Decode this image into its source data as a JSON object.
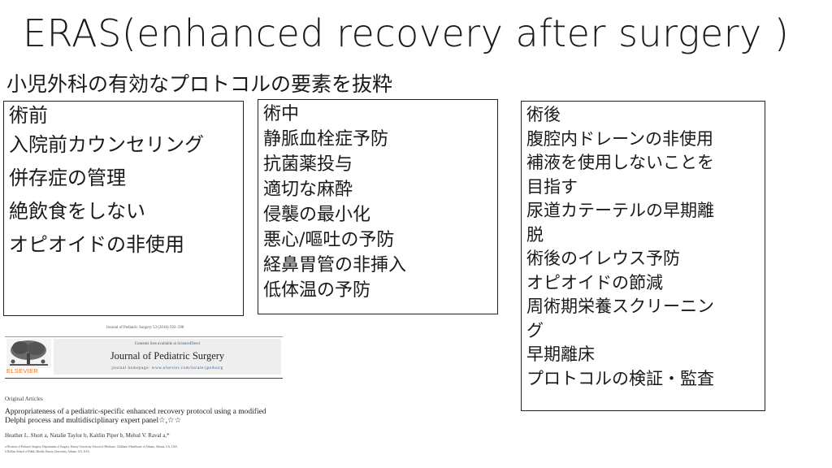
{
  "title": "ERAS(enhanced recovery after surgery )",
  "subtitle": "小児外科の有効なプロトコルの要素を抜粋",
  "preoperative": {
    "heading": "術前",
    "items": [
      "入院前カウンセリング",
      "併存症の管理",
      "絶飲食をしない",
      "オピオイドの非使用"
    ]
  },
  "intraoperative": {
    "heading": "術中",
    "items": [
      "静脈血栓症予防",
      "抗菌薬投与",
      "適切な麻酔",
      "侵襲の最小化",
      "悪心/嘔吐の予防",
      "経鼻胃管の非挿入",
      "低体温の予防"
    ]
  },
  "postoperative": {
    "heading": "術後",
    "lines": [
      "腹腔内ドレーンの非使用",
      "補液を使用しないことを",
      "目指す",
      "尿道カテーテルの早期離",
      "脱",
      "術後のイレウス予防",
      "オピオイドの節減",
      "周術期栄養スクリーニン",
      "グ",
      "早期離床",
      "プロトコルの検証・監査"
    ]
  },
  "paper": {
    "citation": "Journal of Pediatric Surgery 53 (2018) 592–598",
    "contents_prefix": "Contents lists available at ",
    "contents_link": "ScienceDirect",
    "journal": "Journal of Pediatric Surgery",
    "homepage_prefix": "journal homepage: ",
    "homepage_url": "www.elsevier.com/locate/jpedsurg",
    "publisher": "ELSEVIER",
    "section": "Original Articles",
    "article_title": "Appropriateness of a pediatric-specific enhanced recovery protocol using a modified Delphi process and multidisciplinary expert panel☆,☆☆",
    "authors": "Heather L. Short a, Natalie Taylor b, Kaitlin Piper b, Mehul V. Raval a,*",
    "affiliation_a": "a Division of Pediatric Surgery, Department of Surgery, Emory University School of Medicine, Children's Healthcare of Atlanta, Atlanta, GA, USA",
    "affiliation_b": "b Rollins School of Public Health, Emory University, Atlanta, GA, USA"
  }
}
